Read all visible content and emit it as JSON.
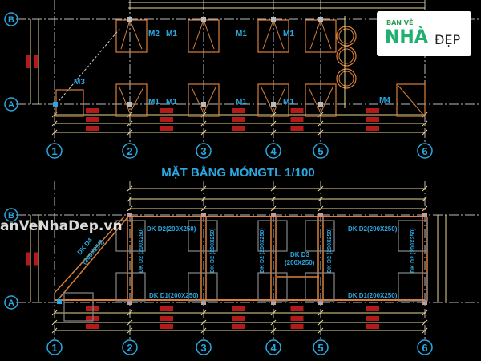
{
  "drawing": {
    "title": "MẶT BẰNG MÓNGTL 1/100",
    "grid_rows": [
      "B",
      "A"
    ],
    "grid_columns": [
      "1",
      "2",
      "3",
      "4",
      "5",
      "6"
    ],
    "footings_top_row": [
      "M2",
      "M1",
      "M1",
      "M1"
    ],
    "footings_bottom_row": [
      "M1",
      "M1",
      "M1",
      "M1"
    ],
    "footing_m3": "M3",
    "footing_m4": "M4",
    "beams": {
      "d2_top_left": "DK D2(200X250)",
      "d2_top_right": "DK D2(200X250)",
      "d1_bottom_left": "DK D1(200X250)",
      "d1_bottom_right": "DK D1(200X250)",
      "d4_diag": "DK D4",
      "d4_diag_size": "(200X250)",
      "d3": "DK D3",
      "d3_size": "(200X250)",
      "d2_vertical": "DK D2 (200X250)"
    },
    "colors": {
      "background": "#000000",
      "grid_text": "#2aa8e0",
      "dimension_text": "#e02020",
      "footing": "#d9803a",
      "dimension_line": "#e8d890"
    }
  },
  "logo": {
    "line1": "BẢN VẼ",
    "line2": "NHÀ",
    "line3": "ĐẸP"
  },
  "watermark": "anVeNhaDep.vn"
}
